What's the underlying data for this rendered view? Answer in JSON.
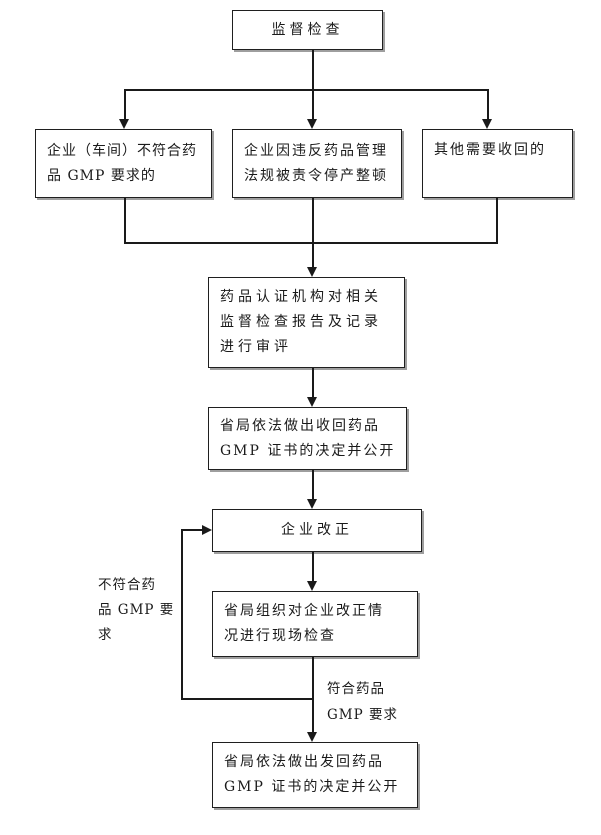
{
  "colors": {
    "ink": "#1a1a1a",
    "background": "#ffffff",
    "box_shadow": "#9e9e9e"
  },
  "diagram": {
    "nodes": {
      "supervision": {
        "label": "监督检查"
      },
      "nonconform": {
        "lines": [
          "企业（车间）不符合药",
          "品 GMP 要求的"
        ]
      },
      "violation": {
        "lines": [
          "企业因违反药品管理",
          "法规被责令停产整顿"
        ]
      },
      "other": {
        "lines": [
          "其他需要收回的"
        ]
      },
      "review": {
        "lines": [
          "药品认证机构对相关",
          "监督检查报告及记录",
          "进行审评"
        ]
      },
      "withdraw": {
        "lines": [
          "省局依法做出收回药品",
          "GMP 证书的决定并公开"
        ]
      },
      "correction": {
        "label": "企业改正"
      },
      "onsite": {
        "lines": [
          "省局组织对企业改正情",
          "况进行现场检查"
        ]
      },
      "return": {
        "lines": [
          "省局依法做出发回药品",
          "GMP 证书的决定并公开"
        ]
      }
    },
    "edge_labels": {
      "noncompliant": {
        "lines": [
          "不符合药",
          "品 GMP 要",
          "求"
        ]
      },
      "compliant": {
        "lines": [
          "符合药品",
          "GMP 要求"
        ]
      }
    }
  }
}
